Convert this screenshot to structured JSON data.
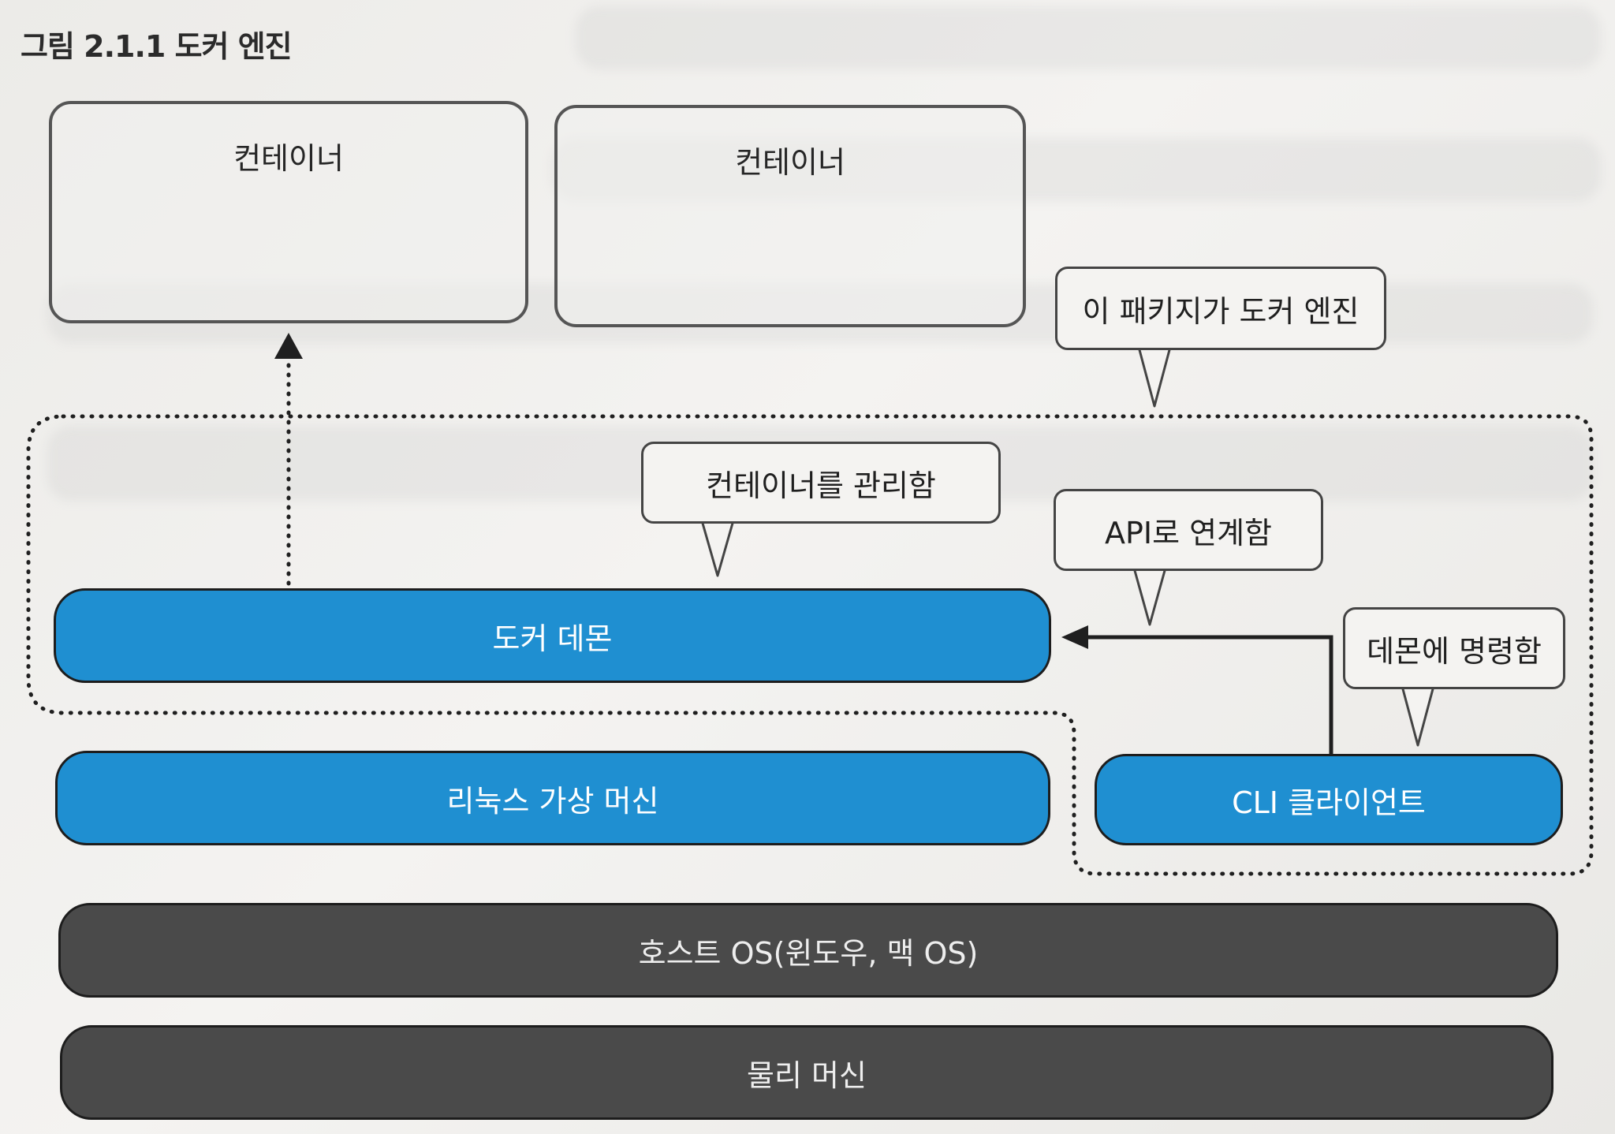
{
  "title": "그림 2.1.1 도커 엔진",
  "containers": [
    {
      "label": "컨테이너"
    },
    {
      "label": "컨테이너"
    }
  ],
  "callouts": {
    "package": "이 패키지가 도커 엔진",
    "manage": "컨테이너를 관리함",
    "api": "API로 연계함",
    "command": "데몬에 명령함"
  },
  "layers": {
    "daemon": "도커 데몬",
    "linux_vm": "리눅스 가상 머신",
    "cli": "CLI 클라이언트",
    "host_os": "호스트 OS(윈도우, 맥 OS)",
    "physical": "물리 머신"
  },
  "colors": {
    "blue": "#1f8fd1",
    "gray": "#4a4a4a",
    "outline": "#1d1d1d"
  }
}
